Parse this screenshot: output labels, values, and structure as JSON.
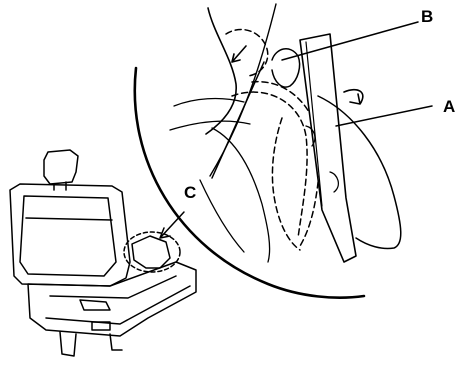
{
  "labels": {
    "a": "A",
    "b": "B",
    "c": "C"
  },
  "colors": {
    "ink": "#000000",
    "paper": "#ffffff"
  }
}
